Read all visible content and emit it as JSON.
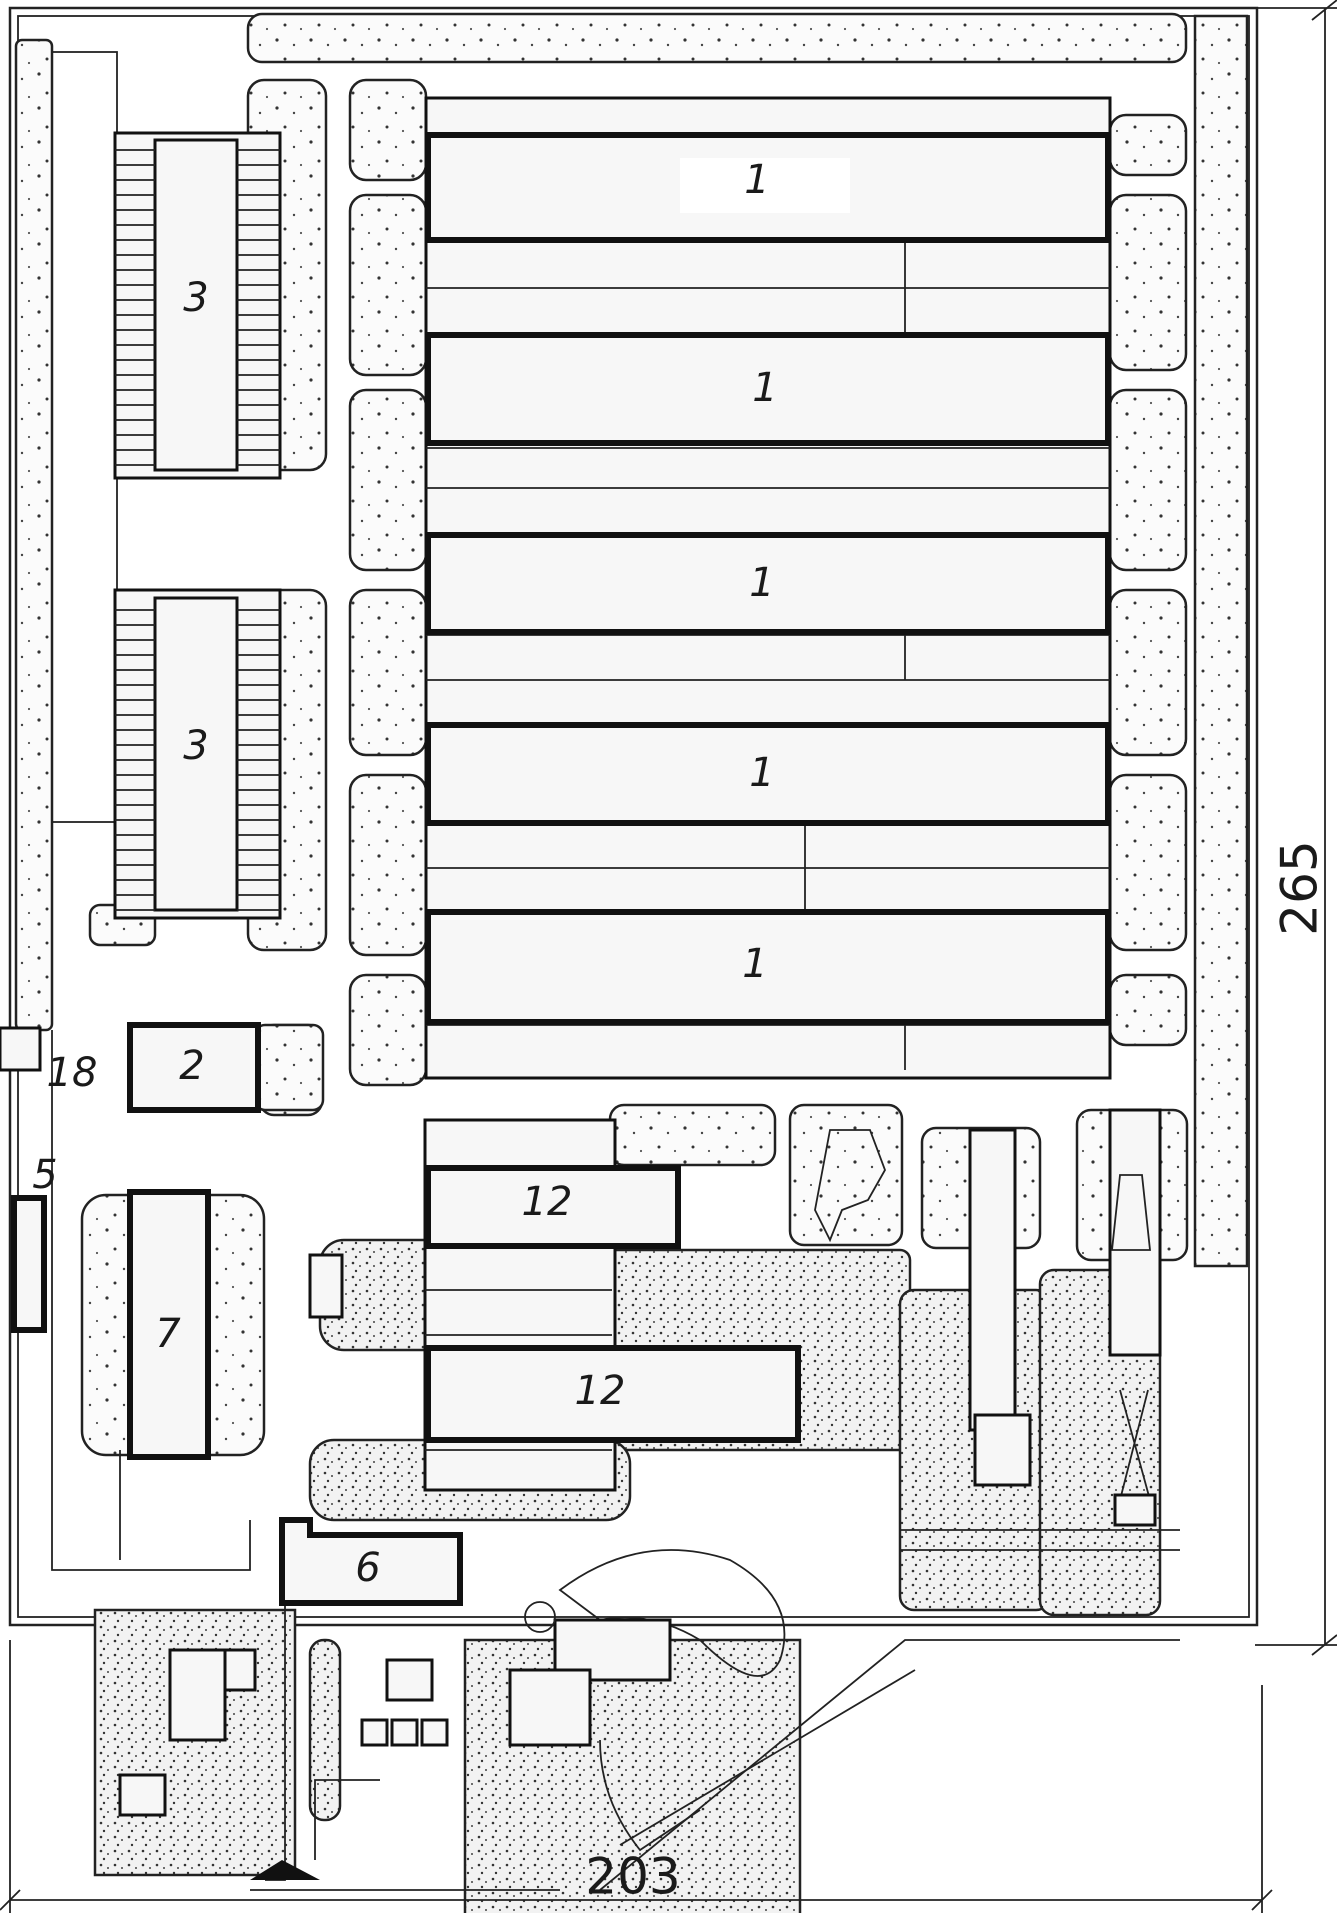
{
  "plan": {
    "labels": {
      "building_1a": "1",
      "building_1b": "1",
      "building_1c": "1",
      "building_1d": "1",
      "building_1e": "1",
      "building_2": "2",
      "building_3a": "3",
      "building_3b": "3",
      "building_5": "5",
      "building_6": "6",
      "building_7": "7",
      "building_12a": "12",
      "building_12b": "12",
      "building_18": "18"
    },
    "dimensions": {
      "height": "265",
      "width": "203"
    }
  }
}
